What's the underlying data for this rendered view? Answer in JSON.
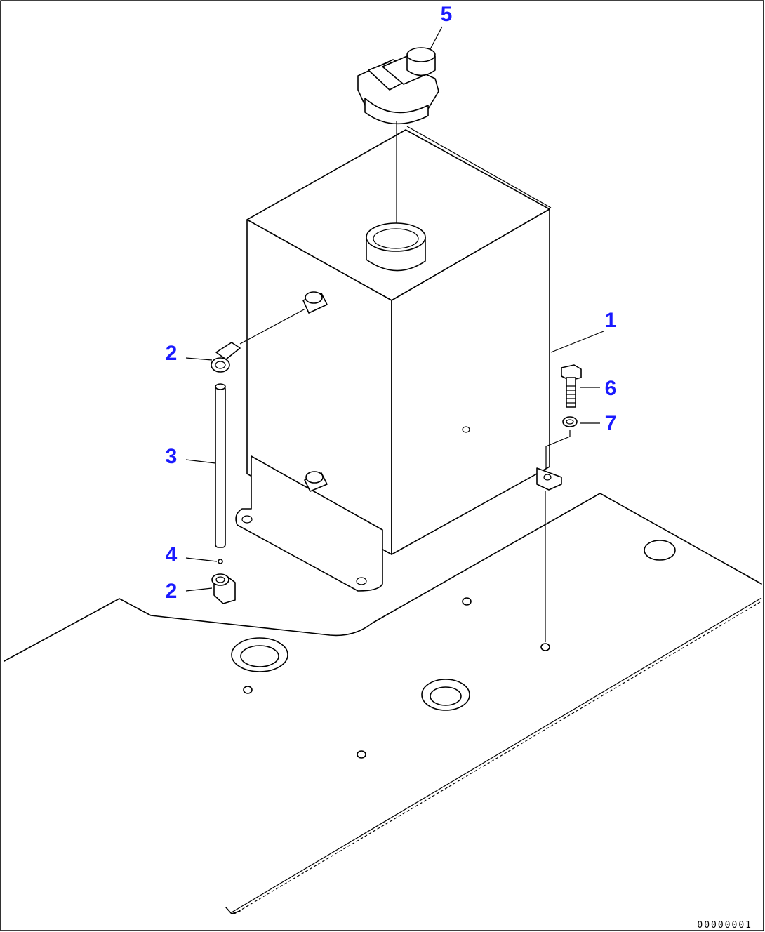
{
  "callouts": [
    {
      "id": "c1",
      "label": "1",
      "part": "tank"
    },
    {
      "id": "c2a",
      "label": "2",
      "part": "elbow-upper"
    },
    {
      "id": "c2b",
      "label": "2",
      "part": "elbow-lower"
    },
    {
      "id": "c3",
      "label": "3",
      "part": "hose"
    },
    {
      "id": "c4",
      "label": "4",
      "part": "clamp"
    },
    {
      "id": "c5",
      "label": "5",
      "part": "cap"
    },
    {
      "id": "c6",
      "label": "6",
      "part": "bolt"
    },
    {
      "id": "c7",
      "label": "7",
      "part": "washer"
    }
  ],
  "drawing_code": "00000001",
  "colors": {
    "callout": "#1a1aff",
    "line": "#000000",
    "background": "#ffffff"
  }
}
